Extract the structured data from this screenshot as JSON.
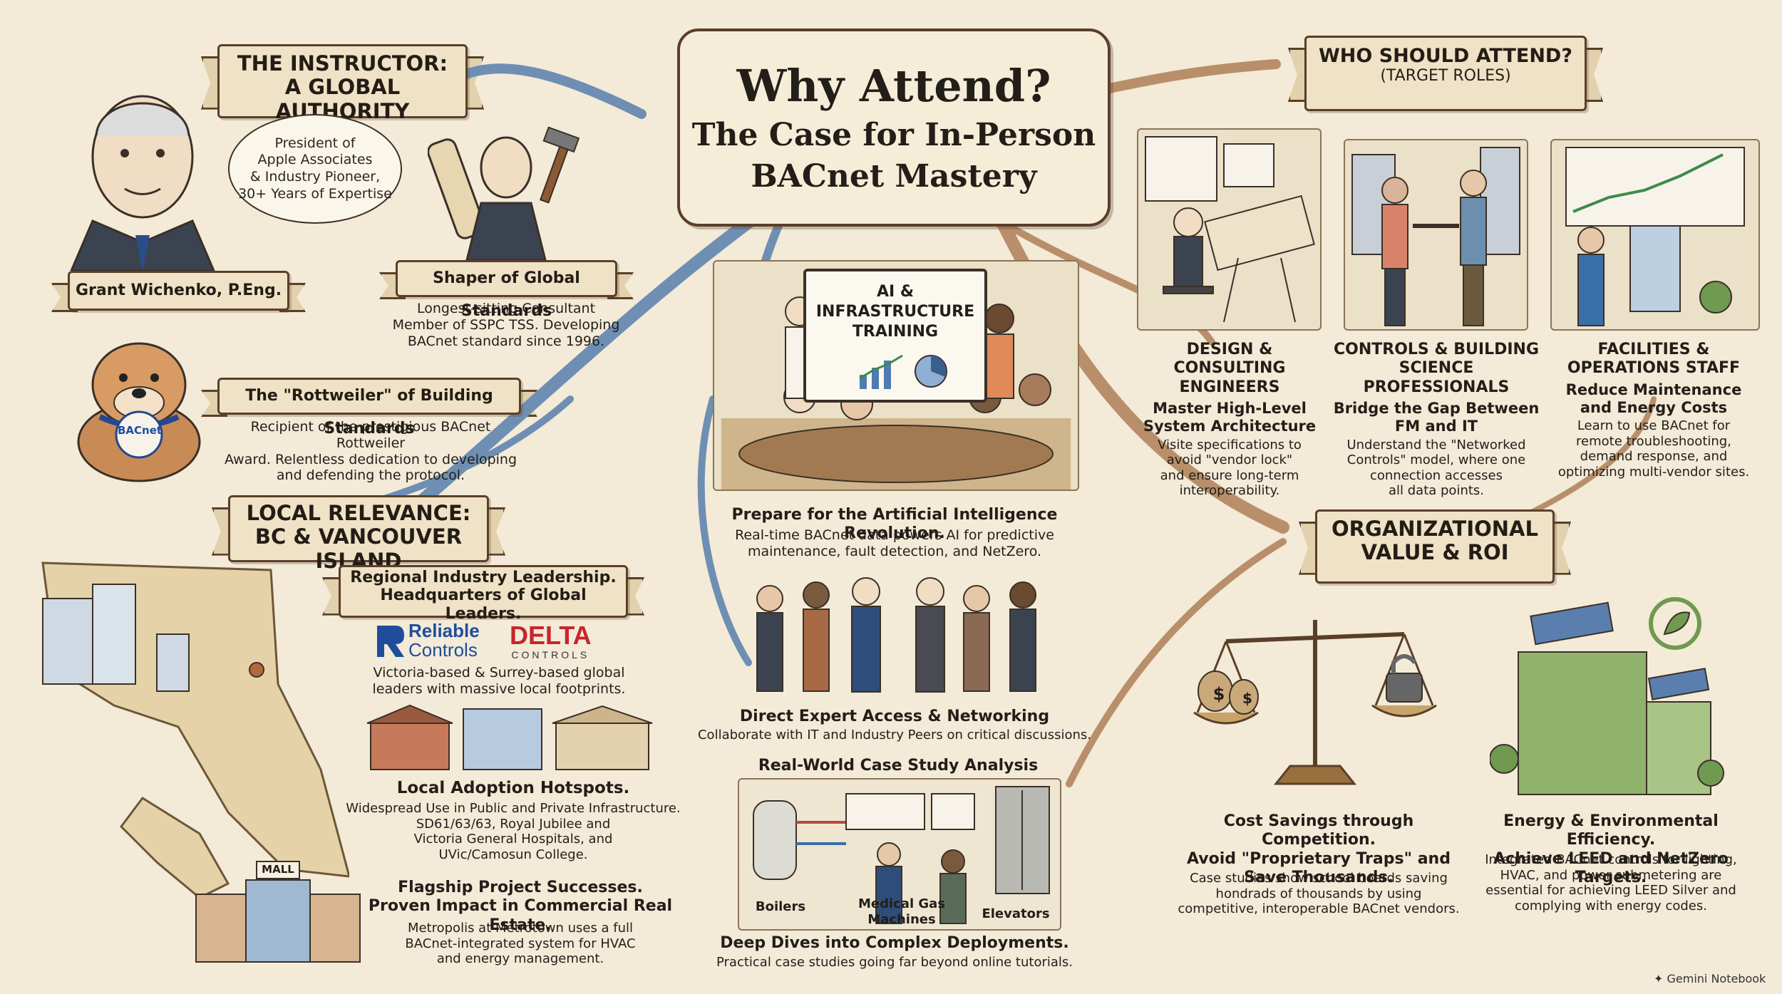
{
  "title": {
    "line1": "Why Attend?",
    "line2": "The Case for In-Person",
    "line3": "BACnet Mastery"
  },
  "instructor": {
    "banner_line1": "THE INSTRUCTOR:",
    "banner_line2": "A GLOBAL AUTHORITY",
    "name": "Grant Wichenko, P.Eng.",
    "cloud": [
      "President of",
      "Apple Associates",
      "& Industry Pioneer,",
      "30+ Years of Expertise"
    ],
    "standards_tag": "Shaper of Global Standards",
    "standards_desc": [
      "Longest-sitting Consultant",
      "Member of SSPC TSS. Developing",
      "BACnet standard since 1996."
    ],
    "rottweiler_tag": "The \"Rottweiler\" of Building Standards",
    "rottweiler_desc": [
      "Recipient of the prestigious BACnet Rottweiler",
      "Award. Relentless dedication to developing",
      "and defending the protocol."
    ],
    "dog_badge": "BACnet"
  },
  "local": {
    "banner_line1": "LOCAL RELEVANCE:",
    "banner_line2": "BC & VANCOUVER ISLAND",
    "leadership_line1": "Regional Industry Leadership.",
    "leadership_line2": "Headquarters of Global Leaders.",
    "logo1_line1": "Reliable",
    "logo1_line2": "Controls",
    "logo2_line1": "DELTA",
    "logo2_line2": "CONTROLS",
    "leaders_desc": [
      "Victoria-based & Surrey-based global",
      "leaders with massive local footprints."
    ],
    "hotspots_title": "Local Adoption Hotspots.",
    "hotspots_desc": [
      "Widespread Use in Public and Private Infrastructure.",
      "SD61/63/63, Royal Jubilee and",
      "Victoria General Hospitals, and",
      "UVic/Camosun College."
    ],
    "flagship_line1": "Flagship Project Successes.",
    "flagship_line2": "Proven Impact in Commercial Real Estate.",
    "flagship_desc": [
      "Metropolis at Metrotown uses a full",
      "BACnet-integrated system for HVAC",
      "and energy management."
    ],
    "mall_sign": "MALL"
  },
  "center": {
    "screen_line1": "AI &",
    "screen_line2": "INFRASTRUCTURE",
    "screen_line3": "TRAINING",
    "ai_title": "Prepare for the Artificial Intelligence Revolution.",
    "ai_desc": [
      "Real-time BACnet data powers AI for predictive",
      "maintenance, fault detection, and NetZero."
    ],
    "network_title": "Direct Expert Access & Networking",
    "network_desc": "Collaborate with IT and Industry Peers on critical discussions.",
    "case_title": "Real-World Case Study Analysis",
    "case_labels": [
      "Boilers",
      "Medical Gas",
      "Machines",
      "Elevators"
    ],
    "deep_title": "Deep Dives into Complex Deployments.",
    "deep_desc": "Practical case studies going far beyond online tutorials."
  },
  "attend": {
    "banner_line1": "WHO SHOULD ATTEND?",
    "banner_line2": "(TARGET ROLES)",
    "roles": [
      {
        "title": [
          "DESIGN & CONSULTING",
          "ENGINEERS"
        ],
        "sub": [
          "Master High-Level",
          "System Architecture"
        ],
        "desc": [
          "Visite specifications to",
          "avoid \"vendor lock\"",
          "and ensure long-term",
          "interoperability."
        ]
      },
      {
        "title": [
          "CONTROLS & BUILDING",
          "SCIENCE PROFESSIONALS"
        ],
        "sub": [
          "Bridge the Gap Between",
          "FM and IT"
        ],
        "desc": [
          "Understand the \"Networked",
          "Controls\" model, where one",
          "connection accesses",
          "all data points."
        ]
      },
      {
        "title": [
          "FACILITIES &",
          "OPERATIONS STAFF"
        ],
        "sub": [
          "Reduce Maintenance",
          "and Energy Costs"
        ],
        "desc": [
          "Learn to use BACnet for",
          "remote troubleshooting,",
          "demand response, and",
          "optimizing multi-vendor sites."
        ]
      }
    ]
  },
  "roi": {
    "banner_line1": "ORGANIZATIONAL",
    "banner_line2": "VALUE & ROI",
    "cost_title": [
      "Cost Savings through Competition.",
      "Avoid \"Proprietary Traps\" and",
      "Save Thousands."
    ],
    "cost_desc": [
      "Case studies show school boards saving",
      "hondrads of thousands by using",
      "competitive, interoperable BACnet vendors."
    ],
    "energy_title": [
      "Energy & Environmental Efficiency.",
      "Achieve LEED and NetZero Targets."
    ],
    "energy_desc": [
      "Integrated BACnet controls for lighting,",
      "HVAC, and power submetering are",
      "essential for achieving LEED Silver and",
      "complying with energy codes."
    ],
    "money_symbol": "$"
  },
  "watermark": "Gemini Notebook",
  "colors": {
    "background": "#f3ead8",
    "banner_fill": "#efe2c6",
    "banner_border": "#5a3f28",
    "branch_blue": "#6e8fb3",
    "branch_brown": "#b88f6a",
    "reliable_blue": "#1f4d9c",
    "delta_red": "#c8242b",
    "leaf_green": "#6f9a4f"
  }
}
